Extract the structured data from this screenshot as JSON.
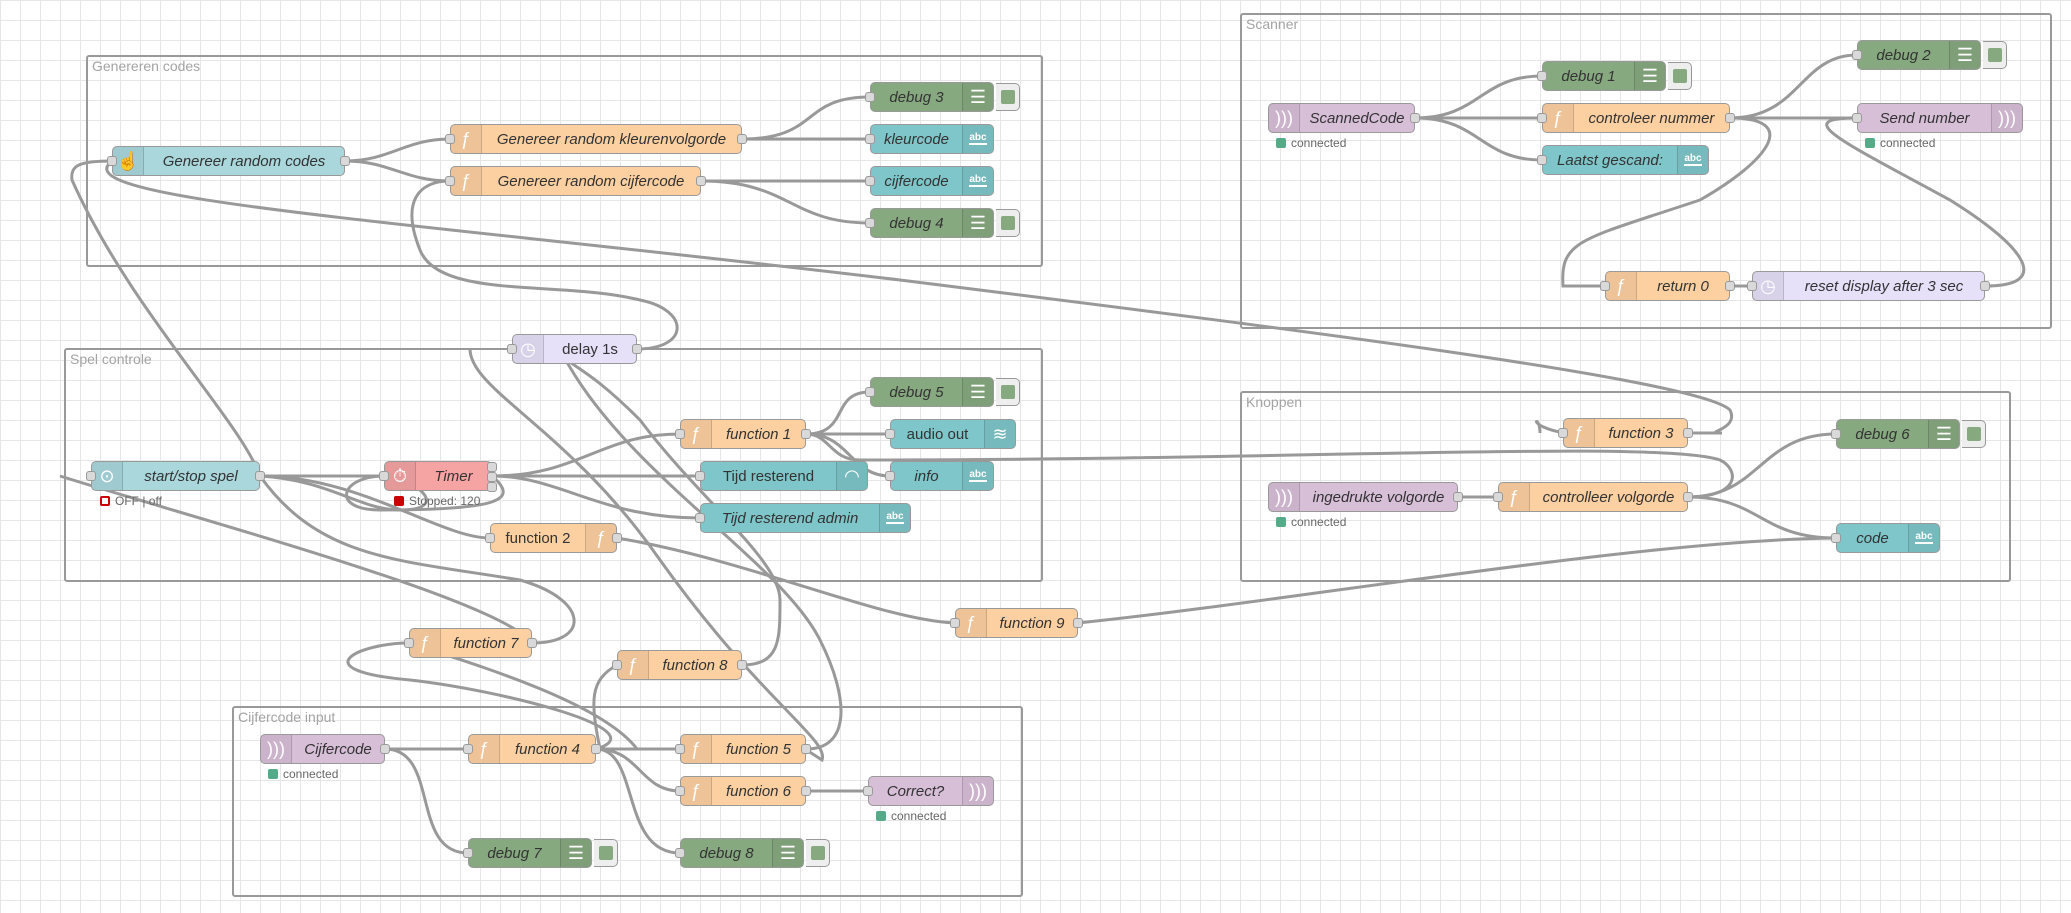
{
  "groups": {
    "generate": "Genereren codes",
    "scanner": "Scanner",
    "game": "Spel controle",
    "buttons": "Knoppen",
    "digit": "Cijfercode input"
  },
  "nodes": {
    "gen_random": "Genereer random codes",
    "gen_colors": "Genereer random kleurenvolgorde",
    "gen_digits": "Genereer random cijfercode",
    "debug3": "debug 3",
    "kleurcode": "kleurcode",
    "cijfercode": "cijfercode",
    "debug4": "debug 4",
    "scanned": "ScannedCode",
    "debug1": "debug 1",
    "check_number": "controleer nummer",
    "last_scanned": "Laatst gescand:",
    "debug2": "debug 2",
    "send_number": "Send number",
    "return0": "return 0",
    "reset_display": "reset display after 3 sec",
    "delay1": "delay 1s",
    "startstop": "start/stop spel",
    "timer": "Timer",
    "function1": "function 1",
    "debug5": "debug 5",
    "audio_out": "audio out",
    "time_left": "Tijd resterend",
    "info": "info",
    "time_left_admin": "Tijd resterend admin",
    "function2": "function 2",
    "function3": "function 3",
    "debug6": "debug 6",
    "pressed_order": "ingedrukte volgorde",
    "check_order": "controlleer volgorde",
    "code": "code",
    "function9": "function 9",
    "function7": "function 7",
    "function8": "function 8",
    "cijfercode_in": "Cijfercode",
    "function4": "function 4",
    "function5": "function 5",
    "function6": "function 6",
    "correct": "Correct?",
    "debug7": "debug 7",
    "debug8": "debug 8"
  },
  "status": {
    "scanned": "connected",
    "send_number": "connected",
    "pressed_order": "connected",
    "cijfercode_in": "connected",
    "correct": "connected",
    "startstop": "OFF | off",
    "timer": "Stopped: 120"
  },
  "icons": {
    "abc": "abc"
  },
  "colors": {
    "function": "#fdd0a2",
    "debug": "#87a980",
    "dashboard": "#7ec6c9",
    "mqtt": "#d8bfd8",
    "delay": "#e6e0f8",
    "timer": "#f5a3a3"
  }
}
